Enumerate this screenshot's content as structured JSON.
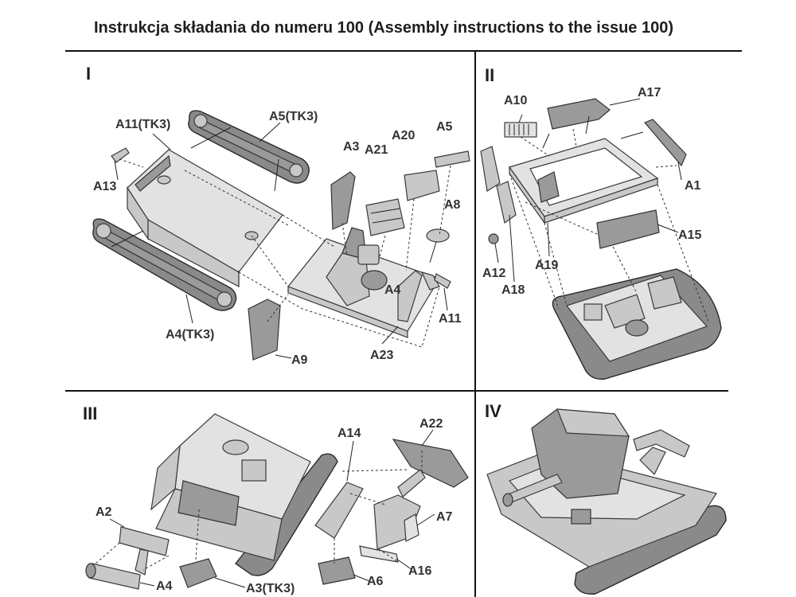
{
  "title": "Instrukcja składania do numeru 100 (Assembly instructions to the issue 100)",
  "panels": {
    "p1": {
      "number": "I",
      "labels": {
        "a11tk3": "A11(TK3)",
        "a5tk3": "A5(TK3)",
        "a13": "A13",
        "a3": "A3",
        "a21": "A21",
        "a20": "A20",
        "a5": "A5",
        "a8": "A8",
        "a4": "A4",
        "a11": "A11",
        "a4tk3": "A4(TK3)",
        "a9": "A9",
        "a23": "A23"
      }
    },
    "p2": {
      "number": "II",
      "labels": {
        "a10": "A10",
        "a17": "A17",
        "a1": "A1",
        "a15": "A15",
        "a19": "A19",
        "a12": "A12",
        "a18": "A18"
      }
    },
    "p3": {
      "number": "III",
      "labels": {
        "a14": "A14",
        "a22": "A22",
        "a7": "A7",
        "a2": "A2",
        "a16": "A16",
        "a6": "A6",
        "a4": "A4",
        "a3tk3": "A3(TK3)"
      }
    },
    "p4": {
      "number": "IV"
    }
  }
}
